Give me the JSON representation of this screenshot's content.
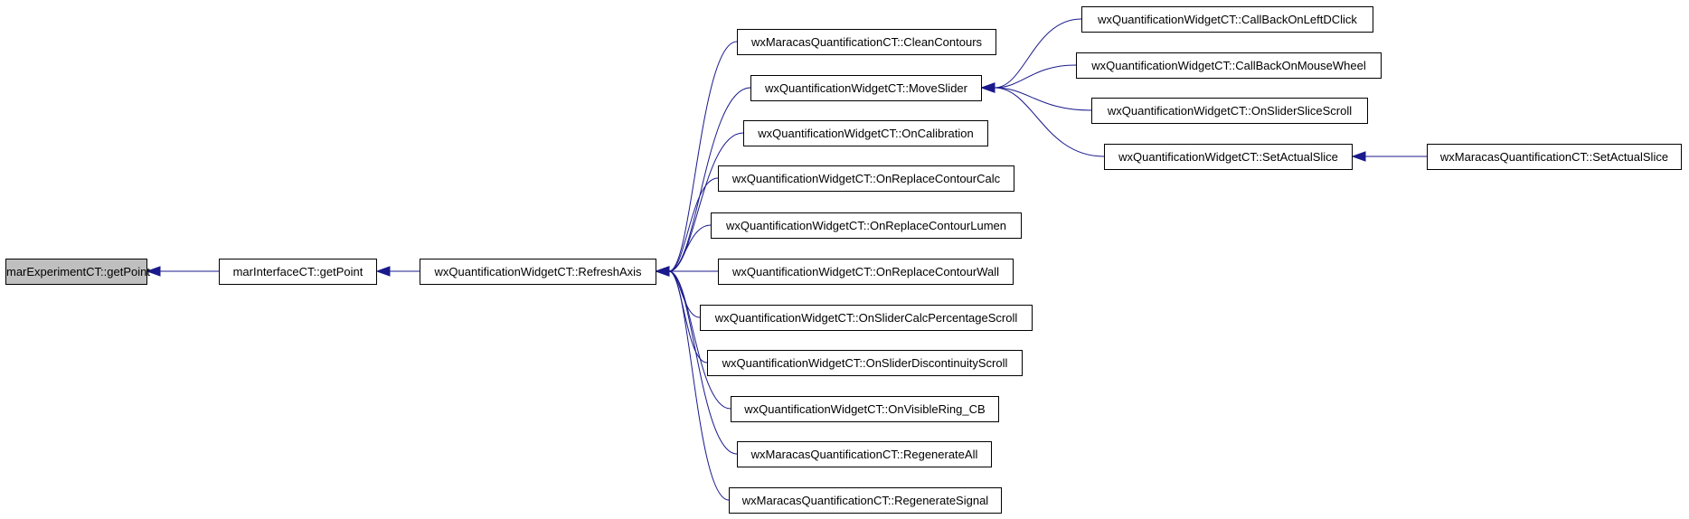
{
  "diagram": {
    "edge_color": "#1a1a8c",
    "root_fill": "#bfbfbf",
    "nodes": [
      {
        "id": "marExperimentCT_getPoint",
        "label": "marExperimentCT::getPoint",
        "root": true
      },
      {
        "id": "marInterfaceCT_getPoint",
        "label": "marInterfaceCT::getPoint"
      },
      {
        "id": "RefreshAxis",
        "label": "wxQuantificationWidgetCT::RefreshAxis"
      },
      {
        "id": "CleanContours",
        "label": "wxMaracasQuantificationCT::CleanContours"
      },
      {
        "id": "MoveSlider",
        "label": "wxQuantificationWidgetCT::MoveSlider"
      },
      {
        "id": "OnCalibration",
        "label": "wxQuantificationWidgetCT::OnCalibration"
      },
      {
        "id": "OnReplaceContourCalc",
        "label": "wxQuantificationWidgetCT::OnReplaceContourCalc"
      },
      {
        "id": "OnReplaceContourLumen",
        "label": "wxQuantificationWidgetCT::OnReplaceContourLumen"
      },
      {
        "id": "OnReplaceContourWall",
        "label": "wxQuantificationWidgetCT::OnReplaceContourWall"
      },
      {
        "id": "OnSliderCalcPercentageScroll",
        "label": "wxQuantificationWidgetCT::OnSliderCalcPercentageScroll"
      },
      {
        "id": "OnSliderDiscontinuityScroll",
        "label": "wxQuantificationWidgetCT::OnSliderDiscontinuityScroll"
      },
      {
        "id": "OnVisibleRing_CB",
        "label": "wxQuantificationWidgetCT::OnVisibleRing_CB"
      },
      {
        "id": "RegenerateAll",
        "label": "wxMaracasQuantificationCT::RegenerateAll"
      },
      {
        "id": "RegenerateSignal",
        "label": "wxMaracasQuantificationCT::RegenerateSignal"
      },
      {
        "id": "CallBackOnLeftDClick",
        "label": "wxQuantificationWidgetCT::CallBackOnLeftDClick"
      },
      {
        "id": "CallBackOnMouseWheel",
        "label": "wxQuantificationWidgetCT::CallBackOnMouseWheel"
      },
      {
        "id": "OnSliderSliceScroll",
        "label": "wxQuantificationWidgetCT::OnSliderSliceScroll"
      },
      {
        "id": "SetActualSlice",
        "label": "wxQuantificationWidgetCT::SetActualSlice"
      },
      {
        "id": "MQ_SetActualSlice",
        "label": "wxMaracasQuantificationCT::SetActualSlice"
      }
    ],
    "edges": [
      {
        "from": "marInterfaceCT_getPoint",
        "to": "marExperimentCT_getPoint"
      },
      {
        "from": "RefreshAxis",
        "to": "marInterfaceCT_getPoint"
      },
      {
        "from": "CleanContours",
        "to": "RefreshAxis"
      },
      {
        "from": "MoveSlider",
        "to": "RefreshAxis"
      },
      {
        "from": "OnCalibration",
        "to": "RefreshAxis"
      },
      {
        "from": "OnReplaceContourCalc",
        "to": "RefreshAxis"
      },
      {
        "from": "OnReplaceContourLumen",
        "to": "RefreshAxis"
      },
      {
        "from": "OnReplaceContourWall",
        "to": "RefreshAxis"
      },
      {
        "from": "OnSliderCalcPercentageScroll",
        "to": "RefreshAxis"
      },
      {
        "from": "OnSliderDiscontinuityScroll",
        "to": "RefreshAxis"
      },
      {
        "from": "OnVisibleRing_CB",
        "to": "RefreshAxis"
      },
      {
        "from": "RegenerateAll",
        "to": "RefreshAxis"
      },
      {
        "from": "RegenerateSignal",
        "to": "RefreshAxis"
      },
      {
        "from": "CallBackOnLeftDClick",
        "to": "MoveSlider"
      },
      {
        "from": "CallBackOnMouseWheel",
        "to": "MoveSlider"
      },
      {
        "from": "OnSliderSliceScroll",
        "to": "MoveSlider"
      },
      {
        "from": "SetActualSlice",
        "to": "MoveSlider"
      },
      {
        "from": "MQ_SetActualSlice",
        "to": "SetActualSlice"
      }
    ]
  }
}
